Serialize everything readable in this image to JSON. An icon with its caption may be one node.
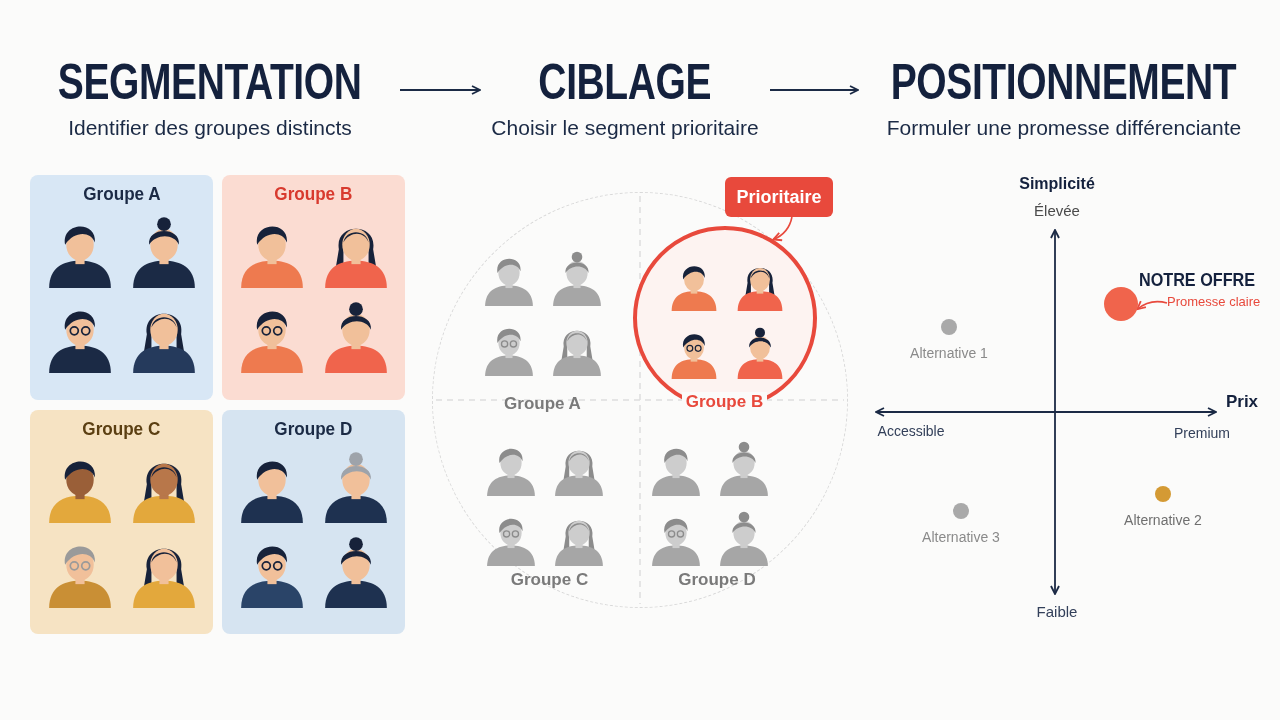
{
  "diagram": {
    "nodes": [
      {
        "text": [
          "SEGMENTATION",
          "Identifier des groupes distincts"
        ]
      },
      {
        "text": [
          "CIBLAGE",
          "Choisir le segment prioritaire"
        ]
      },
      {
        "text": [
          "POSITIONNEMENT",
          "Formuler une promesse différenciante"
        ]
      },
      {
        "text": [
          "Groupe A"
        ]
      },
      {
        "text": [
          "Groupe B"
        ]
      },
      {
        "text": [
          "Groupe C"
        ]
      },
      {
        "text": [
          "Groupe D"
        ]
      },
      {
        "text": [],
        "shape": "circle"
      },
      {
        "text": [
          "Groupe A"
        ],
        "in": 7
      },
      {
        "text": [
          "Groupe B"
        ],
        "in": 7
      },
      {
        "text": [
          "Groupe C"
        ],
        "in": 7
      },
      {
        "text": [
          "Groupe D"
        ],
        "in": 7
      },
      {
        "text": [
          "Prioritaire"
        ]
      },
      {
        "text": [],
        "shape": "circle",
        "beside": [
          "NOTRE OFFRE"
        ]
      },
      {
        "text": [
          "Promesse claire"
        ]
      },
      {
        "text": [],
        "shape": "circle",
        "beside": [
          "Alternative 1"
        ]
      },
      {
        "text": [],
        "shape": "circle",
        "beside": [
          "Alternative 2"
        ]
      },
      {
        "text": [],
        "shape": "circle",
        "beside": [
          "Alternative 3"
        ]
      }
    ],
    "edges": [
      {
        "from": 0,
        "to": 1,
        "arrow": "to"
      },
      {
        "from": 1,
        "to": 2,
        "arrow": "to"
      },
      {
        "from": 12,
        "to": 9,
        "arrow": "to",
        "color": "#e8493c"
      },
      {
        "from": 14,
        "to": 13,
        "arrow": "to",
        "color": "#e8493c"
      }
    ],
    "labels": [
      "Simplicité",
      "Élevée",
      "Prix",
      "Accessible",
      "Premium",
      "Faible"
    ]
  }
}
